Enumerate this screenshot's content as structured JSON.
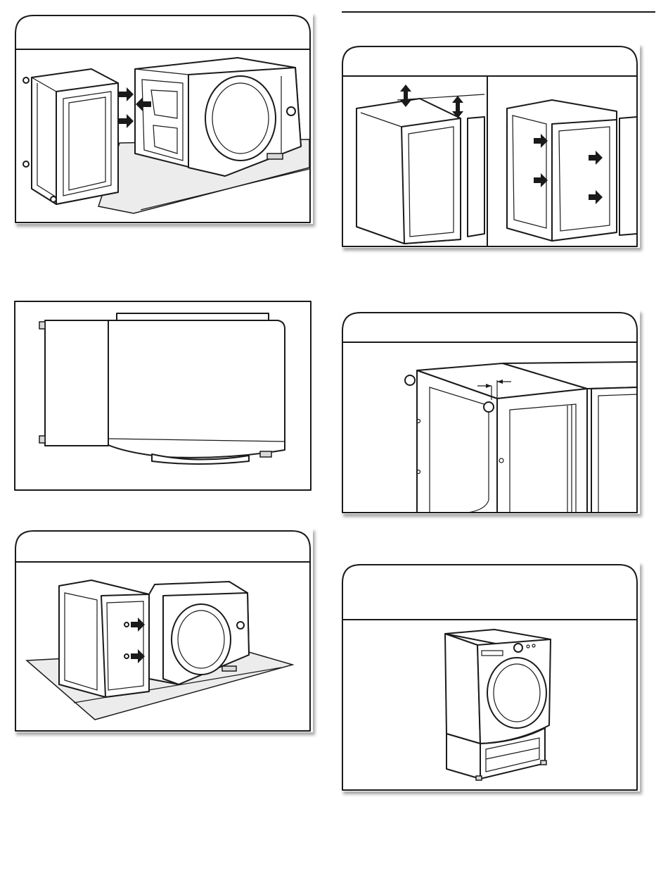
{
  "page": {
    "figures": [
      {
        "id": "fig-a",
        "kind": "tabbed-illustration",
        "caption": ""
      },
      {
        "id": "fig-b",
        "kind": "plain-illustration",
        "caption": ""
      },
      {
        "id": "fig-c",
        "kind": "tabbed-illustration",
        "caption": ""
      },
      {
        "id": "fig-d",
        "kind": "tabbed-split-illustration",
        "caption": ""
      },
      {
        "id": "fig-e",
        "kind": "tabbed-illustration",
        "caption": ""
      },
      {
        "id": "fig-f",
        "kind": "tabbed-illustration",
        "caption": ""
      }
    ],
    "colors": {
      "line": "#1a1a1a",
      "paper": "#ffffff",
      "shade": "#d9d9d9"
    },
    "icons": [
      "arrow-right-icon",
      "arrow-left-icon",
      "double-arrow-vertical-icon",
      "dimension-arrow-icon"
    ]
  }
}
